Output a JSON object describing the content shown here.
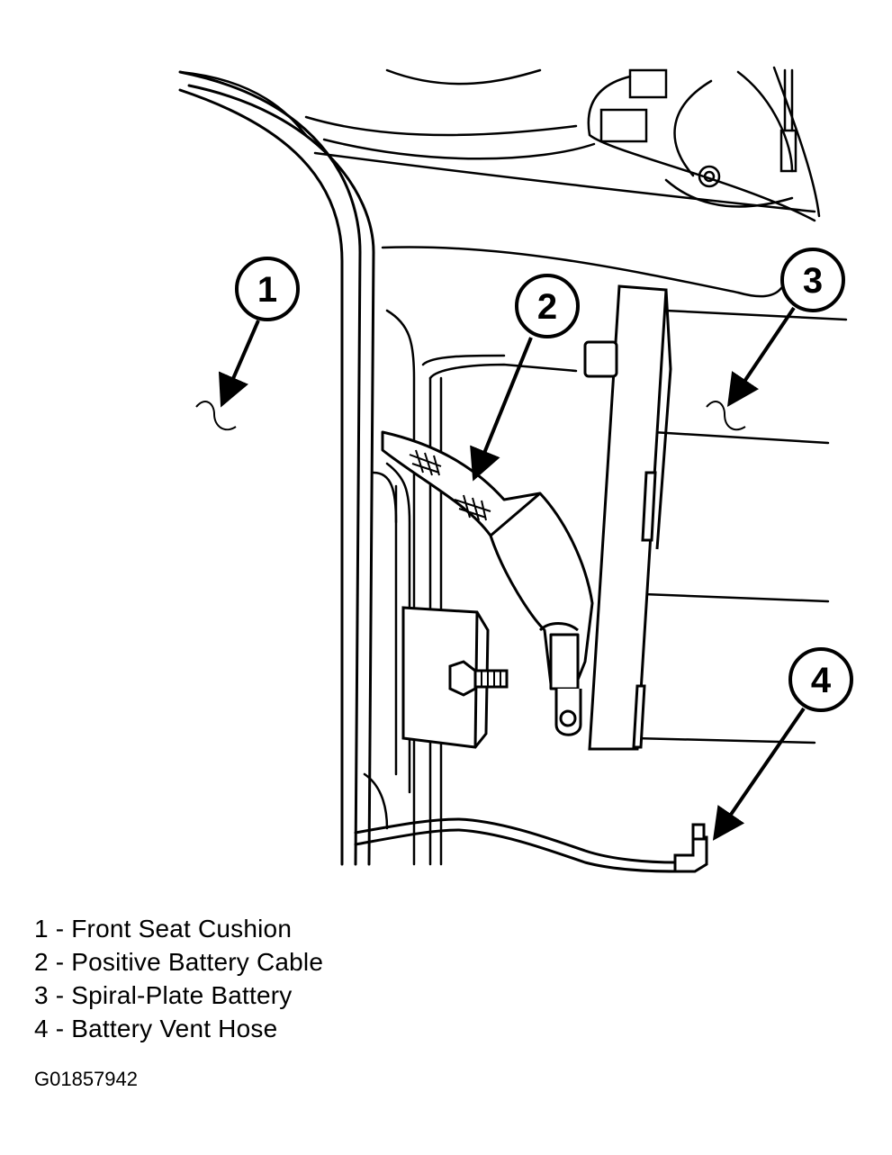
{
  "callouts": [
    {
      "number": "1",
      "label": "Front Seat Cushion"
    },
    {
      "number": "2",
      "label": "Positive Battery Cable"
    },
    {
      "number": "3",
      "label": "Spiral-Plate Battery"
    },
    {
      "number": "4",
      "label": "Battery Vent Hose"
    }
  ],
  "legend": [
    "1 - Front Seat Cushion",
    "2 - Positive Battery Cable",
    "3 - Spiral-Plate Battery",
    "4 - Battery Vent Hose"
  ],
  "figure_id": "G01857942",
  "colors": {
    "ink": "#000000",
    "background": "#ffffff"
  }
}
